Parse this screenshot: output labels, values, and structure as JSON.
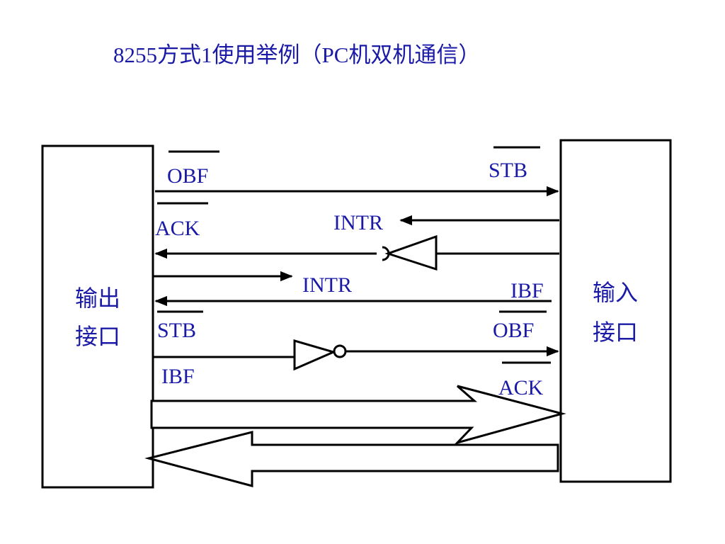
{
  "title": "8255方式1使用举例（PC机双机通信）",
  "left_block": {
    "line1": "输出",
    "line2": "接口"
  },
  "right_block": {
    "line1": "输入",
    "line2": "接口"
  },
  "left_signals": {
    "obf": "OBF",
    "ack": "ACK",
    "intr": "INTR",
    "stb": "STB",
    "ibf": "IBF"
  },
  "right_signals": {
    "stb": "STB",
    "intr": "INTR",
    "ibf": "IBF",
    "obf": "OBF",
    "ack": "ACK"
  },
  "colors": {
    "text": "#1a1aa6",
    "line": "#000000",
    "background": "#ffffff"
  }
}
